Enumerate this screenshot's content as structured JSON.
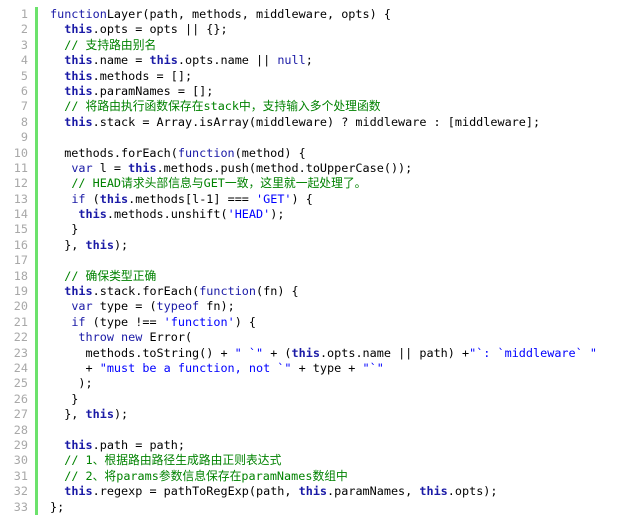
{
  "code": {
    "colors": {
      "bar": "#6ce26c",
      "keyword": "#1a1aa6",
      "string": "#0000ff",
      "comment": "#008200"
    },
    "lines": [
      [
        [
          "kw",
          "function"
        ],
        [
          "",
          "Layer(path, methods, middleware, opts) {"
        ]
      ],
      [
        [
          "",
          "  "
        ],
        [
          "th",
          "this"
        ],
        [
          "",
          ".opts = opts || {};"
        ]
      ],
      [
        [
          "",
          "  "
        ],
        [
          "cm",
          "// 支持路由别名"
        ]
      ],
      [
        [
          "",
          "  "
        ],
        [
          "th",
          "this"
        ],
        [
          "",
          ".name = "
        ],
        [
          "th",
          "this"
        ],
        [
          "",
          ".opts.name || "
        ],
        [
          "kw",
          "null"
        ],
        [
          "",
          ";"
        ]
      ],
      [
        [
          "",
          "  "
        ],
        [
          "th",
          "this"
        ],
        [
          "",
          ".methods = [];"
        ]
      ],
      [
        [
          "",
          "  "
        ],
        [
          "th",
          "this"
        ],
        [
          "",
          ".paramNames = [];"
        ]
      ],
      [
        [
          "",
          "  "
        ],
        [
          "cm",
          "// 将路由执行函数保存在stack中，支持输入多个处理函数"
        ]
      ],
      [
        [
          "",
          "  "
        ],
        [
          "th",
          "this"
        ],
        [
          "",
          ".stack = Array.isArray(middleware) ? middleware : [middleware];"
        ]
      ],
      [],
      [
        [
          "",
          "  methods.forEach("
        ],
        [
          "kw",
          "function"
        ],
        [
          "",
          "(method) {"
        ]
      ],
      [
        [
          "",
          "   "
        ],
        [
          "kw",
          "var"
        ],
        [
          "",
          " l = "
        ],
        [
          "th",
          "this"
        ],
        [
          "",
          ".methods.push(method.toUpperCase());"
        ]
      ],
      [
        [
          "",
          "   "
        ],
        [
          "cm",
          "// HEAD请求头部信息与GET一致，这里就一起处理了。"
        ]
      ],
      [
        [
          "",
          "   "
        ],
        [
          "kw",
          "if"
        ],
        [
          "",
          " ("
        ],
        [
          "th",
          "this"
        ],
        [
          "",
          ".methods[l-1] === "
        ],
        [
          "str",
          "'GET'"
        ],
        [
          "",
          ") {"
        ]
      ],
      [
        [
          "",
          "    "
        ],
        [
          "th",
          "this"
        ],
        [
          "",
          ".methods.unshift("
        ],
        [
          "str",
          "'HEAD'"
        ],
        [
          "",
          ");"
        ]
      ],
      [
        [
          "",
          "   }"
        ]
      ],
      [
        [
          "",
          "  }, "
        ],
        [
          "th",
          "this"
        ],
        [
          "",
          ");"
        ]
      ],
      [],
      [
        [
          "",
          "  "
        ],
        [
          "cm",
          "// 确保类型正确"
        ]
      ],
      [
        [
          "",
          "  "
        ],
        [
          "th",
          "this"
        ],
        [
          "",
          ".stack.forEach("
        ],
        [
          "kw",
          "function"
        ],
        [
          "",
          "(fn) {"
        ]
      ],
      [
        [
          "",
          "   "
        ],
        [
          "kw",
          "var"
        ],
        [
          "",
          " type = ("
        ],
        [
          "kw",
          "typeof"
        ],
        [
          "",
          " fn);"
        ]
      ],
      [
        [
          "",
          "   "
        ],
        [
          "kw",
          "if"
        ],
        [
          "",
          " (type !== "
        ],
        [
          "str",
          "'function'"
        ],
        [
          "",
          ") {"
        ]
      ],
      [
        [
          "",
          "    "
        ],
        [
          "kw",
          "throw"
        ],
        [
          "",
          " "
        ],
        [
          "kw",
          "new"
        ],
        [
          "",
          " Error("
        ]
      ],
      [
        [
          "",
          "     methods.toString() + "
        ],
        [
          "str",
          "\" `\""
        ],
        [
          "",
          " + ("
        ],
        [
          "th",
          "this"
        ],
        [
          "",
          ".opts.name || path) +"
        ],
        [
          "str",
          "\"`: `middleware` \""
        ]
      ],
      [
        [
          "",
          "     + "
        ],
        [
          "str",
          "\"must be a function, not `\""
        ],
        [
          "",
          " + type + "
        ],
        [
          "str",
          "\"`\""
        ]
      ],
      [
        [
          "",
          "    );"
        ]
      ],
      [
        [
          "",
          "   }"
        ]
      ],
      [
        [
          "",
          "  }, "
        ],
        [
          "th",
          "this"
        ],
        [
          "",
          ");"
        ]
      ],
      [],
      [
        [
          "",
          "  "
        ],
        [
          "th",
          "this"
        ],
        [
          "",
          ".path = path;"
        ]
      ],
      [
        [
          "",
          "  "
        ],
        [
          "cm",
          "// 1、根据路由路径生成路由正则表达式"
        ]
      ],
      [
        [
          "",
          "  "
        ],
        [
          "cm",
          "// 2、将params参数信息保存在paramNames数组中"
        ]
      ],
      [
        [
          "",
          "  "
        ],
        [
          "th",
          "this"
        ],
        [
          "",
          ".regexp = pathToRegExp(path, "
        ],
        [
          "th",
          "this"
        ],
        [
          "",
          ".paramNames, "
        ],
        [
          "th",
          "this"
        ],
        [
          "",
          ".opts);"
        ]
      ],
      [
        [
          "",
          "};"
        ]
      ]
    ]
  }
}
